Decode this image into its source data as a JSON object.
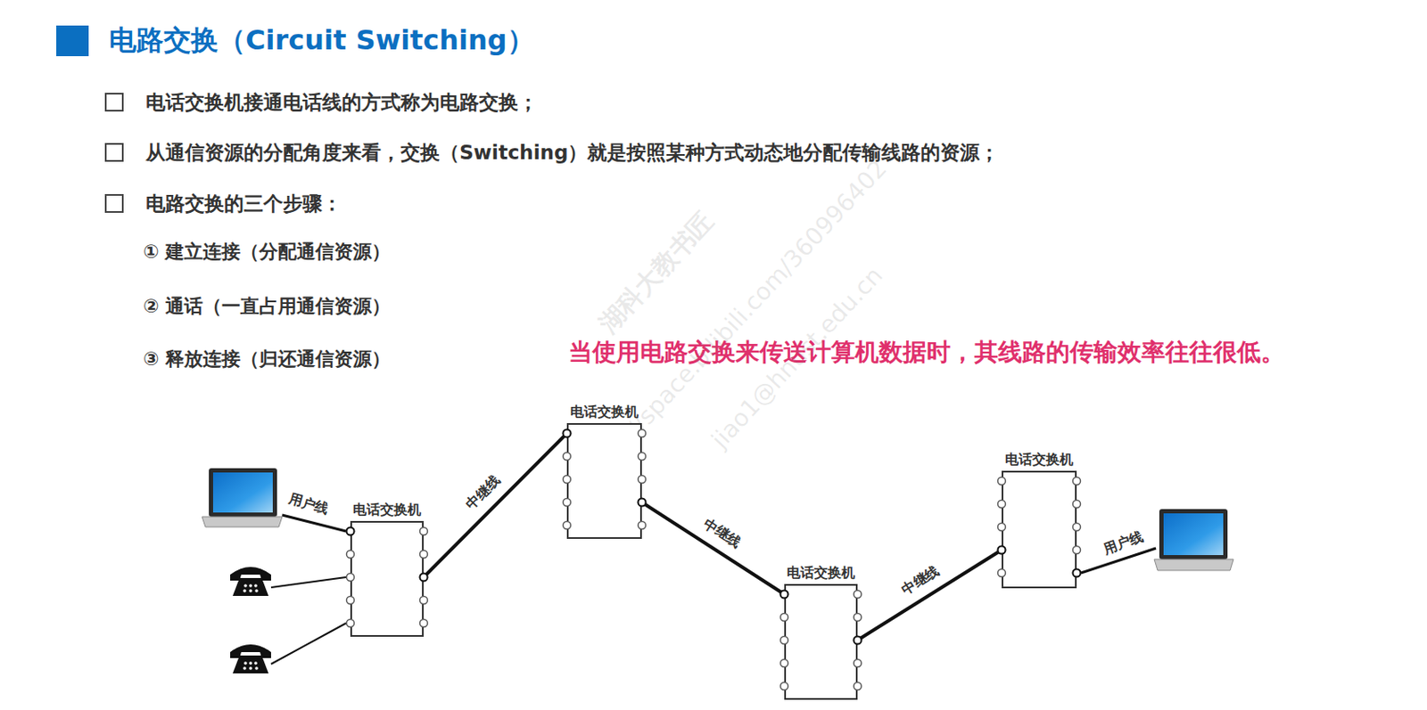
{
  "diagram": {
    "title": "电路交换（Circuit Switching）",
    "nodes": [
      {
        "text": [
          "电话交换机"
        ]
      },
      {
        "text": [
          "电话交换机"
        ]
      },
      {
        "text": [
          "电话交换机"
        ]
      },
      {
        "text": [
          "电话交换机"
        ]
      }
    ],
    "edges": [
      {
        "from": 0,
        "to": 1,
        "arrow": "none",
        "label": "中继线"
      },
      {
        "from": 1,
        "to": 2,
        "arrow": "none",
        "label": "中继线"
      },
      {
        "from": 2,
        "to": 3,
        "arrow": "none",
        "label": "中继线"
      }
    ],
    "labels": [
      "电话交换机接通电话线的方式称为电路交换；",
      "从通信资源的分配角度来看，交换（Switching）就是按照某种方式动态地分配传输线路的资源；",
      "电路交换的三个步骤：",
      "① 建立连接（分配通信资源）",
      "② 通话（一直占用通信资源）",
      "③ 释放连接（归还通信资源）",
      "当使用电路交换来传送计算机数据时，其线路的传输效率往往很低。",
      "用户线",
      "用户线",
      "湖科大教书匠",
      "https://space.bilibili.com/360996402",
      "jiao1@hnust.edu.cn"
    ]
  }
}
